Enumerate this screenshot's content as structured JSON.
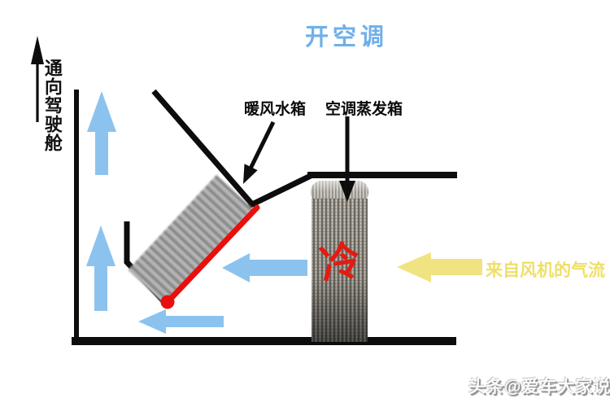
{
  "title": {
    "text": "开空调"
  },
  "diagram": {
    "cabin_direction_label": "通向驾驶舱",
    "heater_core_label": "暖风水箱",
    "evaporator_label": "空调蒸发箱",
    "cold_label": "冷",
    "blower_airflow_label": "来自风机的气流",
    "watermark": "头条@爱车大家说"
  },
  "colors": {
    "title_blue": "#6FB0E9",
    "airflow_blue": "#8CC3EE",
    "blower_yellow": "#F0E382",
    "blower_text_yellow": "#EFDF67",
    "cold_red": "#E41B12",
    "heater_edge_red": "#E8100C",
    "line_black": "#0d0d0d"
  }
}
